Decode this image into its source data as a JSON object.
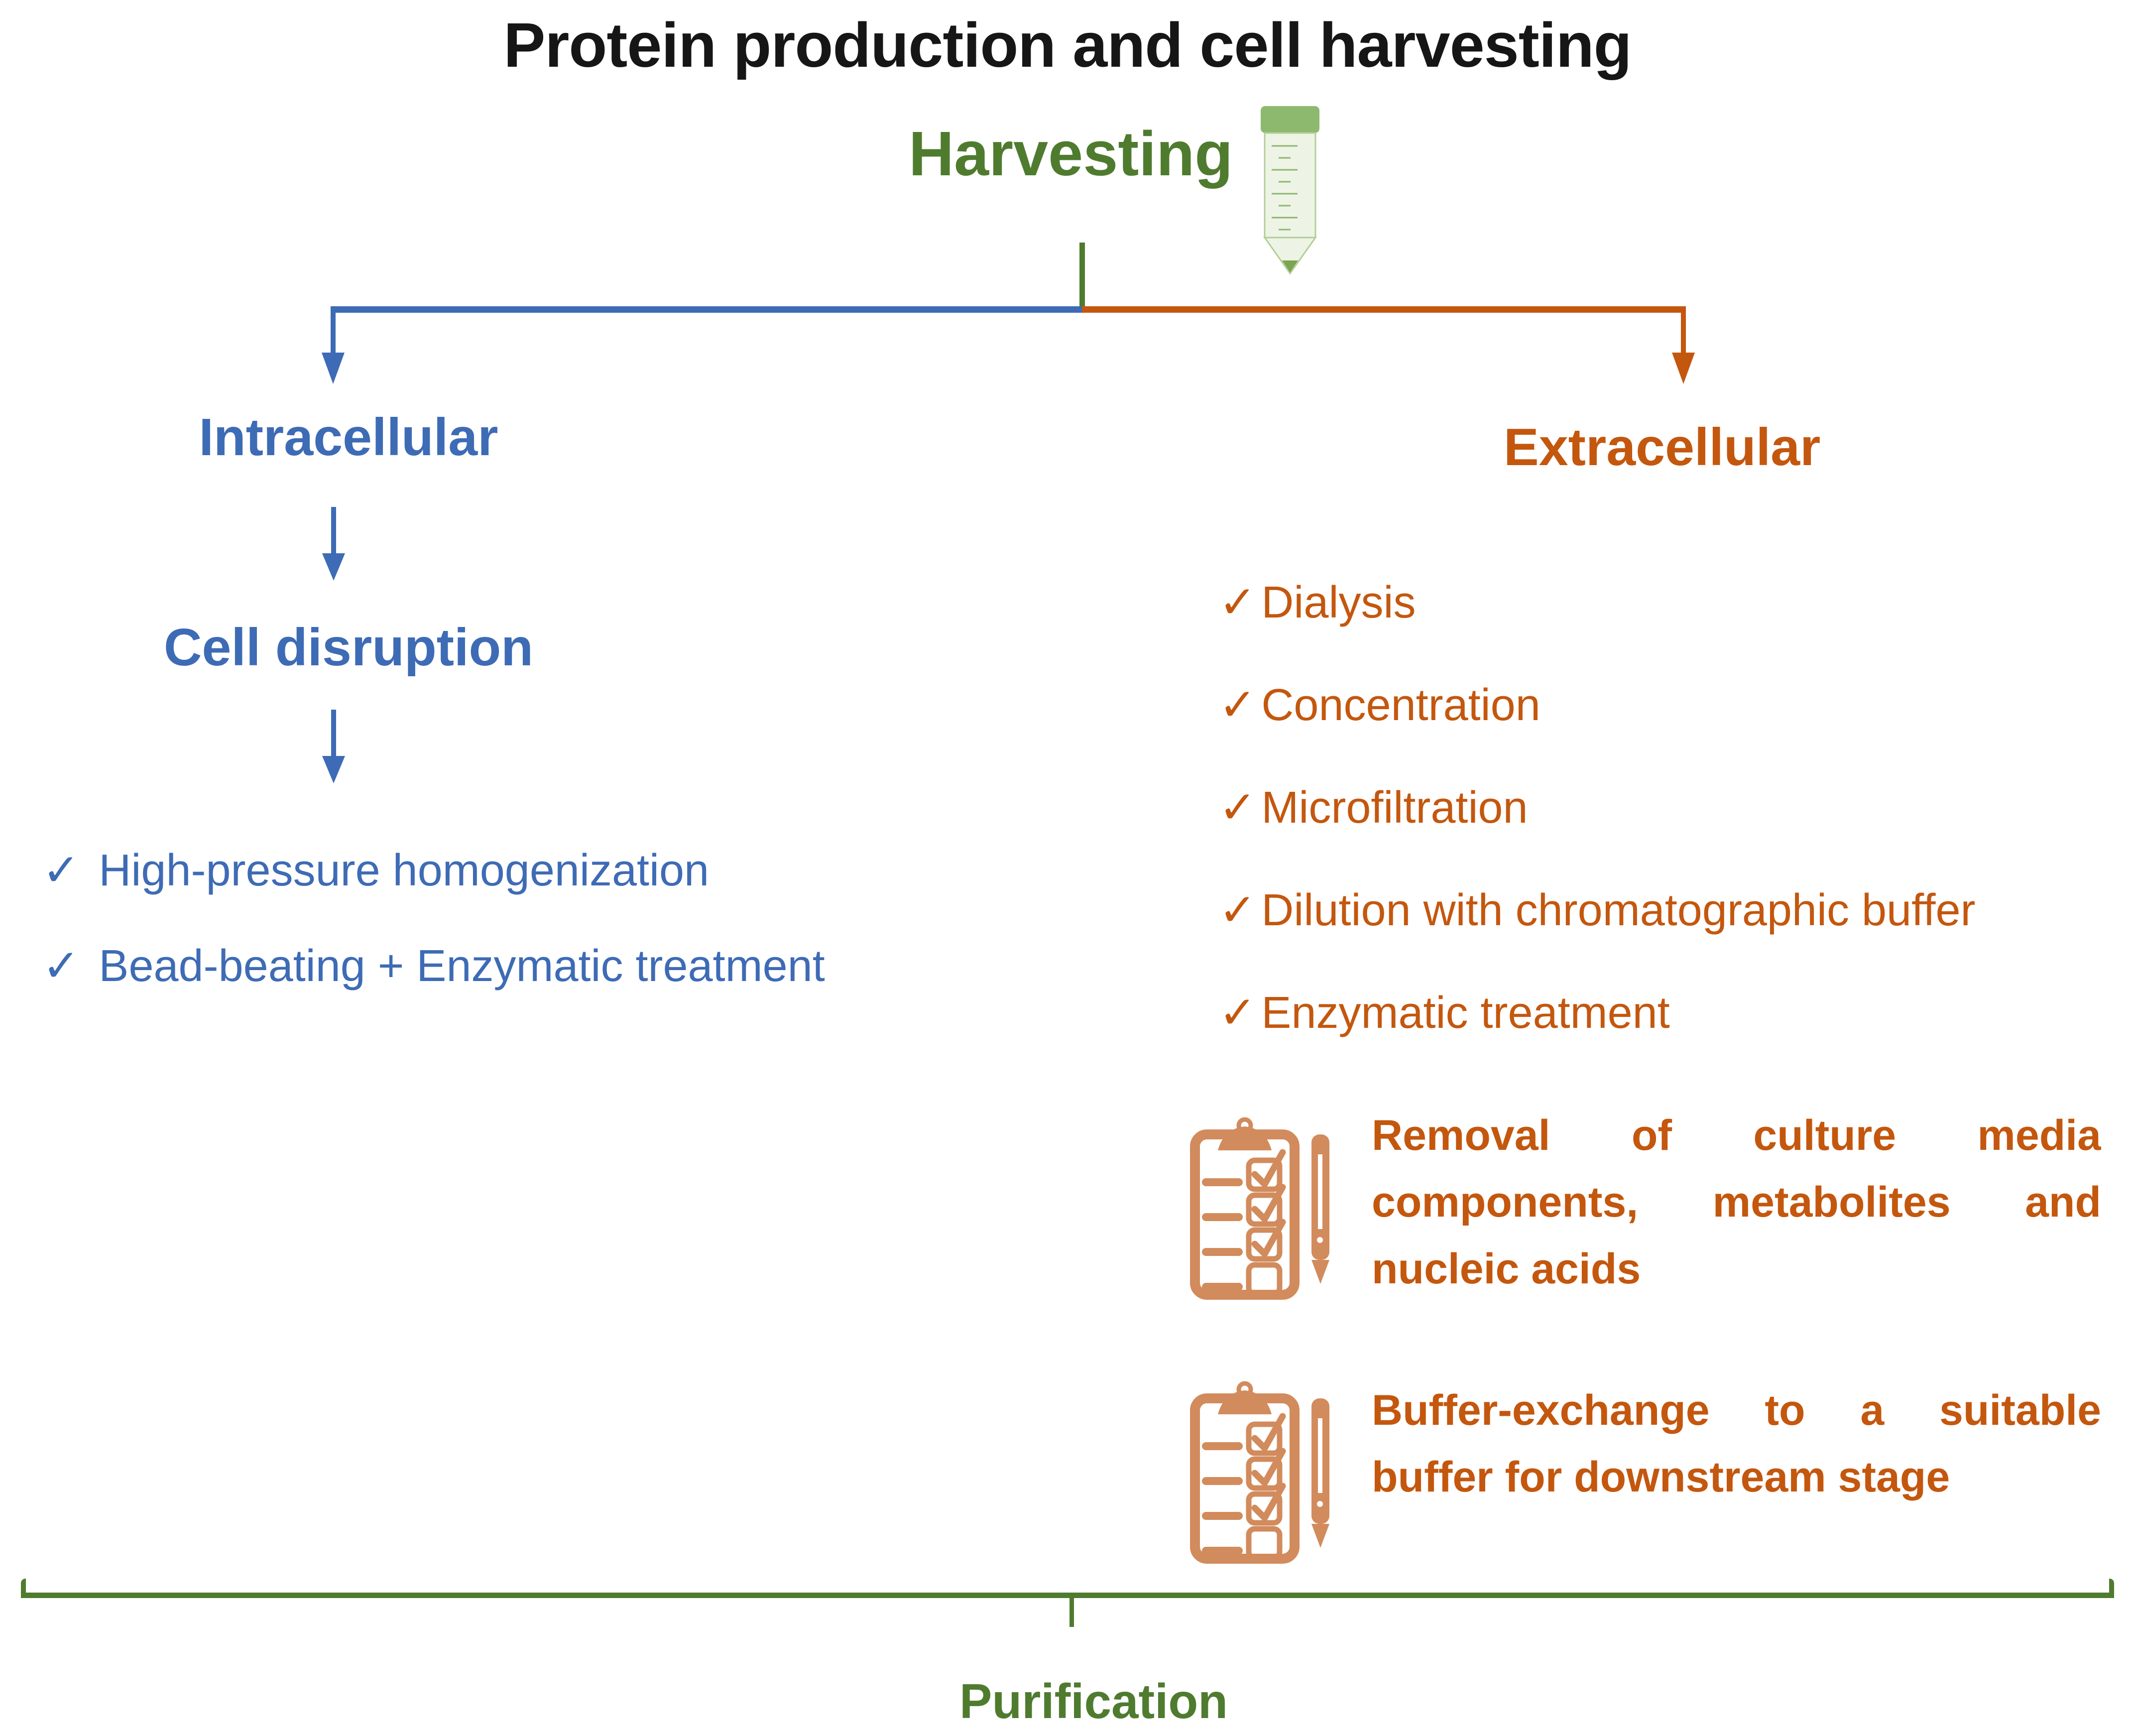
{
  "title": "Protein production and cell harvesting",
  "glyphs": {
    "check": "✓"
  },
  "colors": {
    "ink": "#161616",
    "green": "#4f7b2f",
    "blue": "#3e6bb5",
    "orange": "#c4570e",
    "icon": "#d28b5c",
    "tube_cap": "#8db96e",
    "tube_body": "#edf4e5",
    "tube_line": "#b3cd98",
    "tube_tick": "#8fb56f",
    "tube_tip": "#7ba553"
  },
  "icons": {
    "harvesting": "falcon-tube-icon",
    "notes": "clipboard-checklist-icon",
    "flow": "arrow-down-icon"
  },
  "harvesting": {
    "label": "Harvesting"
  },
  "branches": {
    "left": {
      "label": "Intracellular",
      "stage": "Cell disruption",
      "items": [
        "High-pressure homogenization",
        "Bead-beating + Enzymatic treatment"
      ]
    },
    "right": {
      "label": "Extracellular",
      "items": [
        "Dialysis",
        "Concentration",
        "Microfiltration",
        "Dilution with chromatographic buffer",
        "Enzymatic treatment"
      ],
      "notes": [
        {
          "lines": [
            "Removal of culture media",
            "components, metabolites and",
            "nucleic acids"
          ]
        },
        {
          "lines": [
            "Buffer-exchange to a suitable",
            "buffer for downstream stage"
          ]
        }
      ]
    }
  },
  "purification": {
    "label": "Purification"
  }
}
